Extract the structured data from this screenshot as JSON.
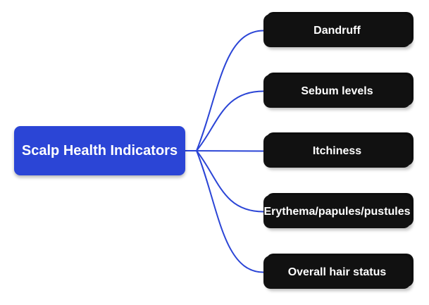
{
  "diagram": {
    "type": "mindmap",
    "root": {
      "label": "Scalp Health Indicators"
    },
    "children": [
      {
        "label": "Dandruff"
      },
      {
        "label": "Sebum levels"
      },
      {
        "label": "Itchiness"
      },
      {
        "label": "Erythema/papules/pustules"
      },
      {
        "label": "Overall hair status"
      }
    ]
  },
  "colors": {
    "background": "#ffffff",
    "root_fill": "#2b45d6",
    "root_text": "#ffffff",
    "child_fill": "#111111",
    "child_text": "#ffffff",
    "connector": "#2b45d6"
  }
}
